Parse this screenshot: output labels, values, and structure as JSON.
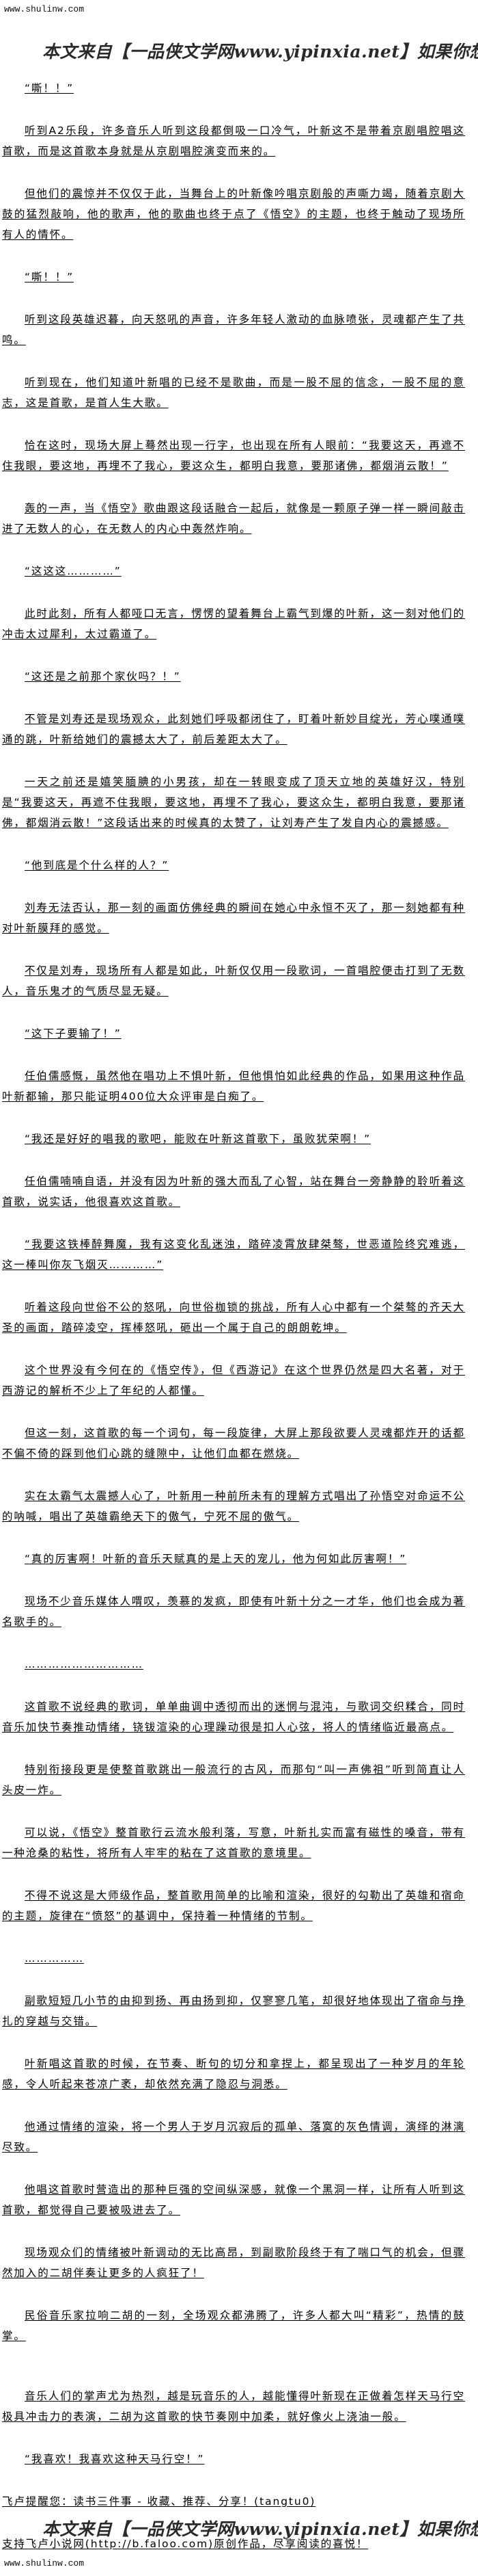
{
  "header": {
    "site": "www.shulinw.com",
    "banner": "本文来自【一品侠文学网www.yipinxia.net】如果你想看完整版小说，请"
  },
  "paragraphs": [
    "“嘶！！”",
    "听到A2乐段，许多音乐人听到这段都倒吸一口冷气，叶新这不是带着京剧唱腔唱这首歌，而是这首歌本身就是从京剧唱腔演变而来的。",
    "但他们的震惊并不仅仅于此，当舞台上的叶新像吟唱京剧般的声嘶力竭，随着京剧大鼓的猛烈敲响，他的歌声，他的歌曲也终于点了《悟空》的主题，也终于触动了现场所有人的情怀。",
    "“嘶！！”",
    "听到这段英雄迟暮，向天怒吼的声音，许多年轻人激动的血脉喷张，灵魂都产生了共鸣。",
    "听到现在，他们知道叶新唱的已经不是歌曲，而是一股不屈的信念，一股不屈的意志，这是首歌，是首人生大歌。",
    "恰在这时，现场大屏上蓦然出现一行字，也出现在所有人眼前：“我要这天，再遮不住我眼，要这地，再埋不了我心，要这众生，都明白我意，要那诸佛，都烟消云散！”",
    "轰的一声，当《悟空》歌曲跟这段话融合一起后，就像是一颗原子弹一样一瞬间敲击进了无数人的心，在无数人的内心中轰然炸响。",
    "“这这这…………”",
    "此时此刻，所有人都哑口无言，愣愣的望着舞台上霸气到爆的叶新，这一刻对他们的冲击太过犀利，太过霸道了。",
    "“这还是之前那个家伙吗？！”",
    "不管是刘寿还是现场观众，此刻她们呼吸都闭住了，盯着叶新妙目绽光，芳心噗通噗通的跳，叶新给她们的震撼太大了，前后差距太大了。",
    "一天之前还是嬉笑腼腆的小男孩，却在一转眼变成了顶天立地的英雄好汉，特别是“我要这天，再遮不住我眼，要这地，再埋不了我心，要这众生，都明白我意，要那诸佛，都烟消云散！”这段话出来的时候真的太赞了，让刘寿产生了发自内心的震撼感。",
    "“他到底是个什么样的人？”",
    "刘寿无法否认，那一刻的画面仿佛经典的瞬间在她心中永恒不灭了，那一刻她都有种对叶新膜拜的感觉。",
    "不仅是刘寿，现场所有人都是如此，叶新仅仅用一段歌词，一首唱腔便击打到了无数人，音乐鬼才的气质尽显无疑。",
    "“这下子要输了！”",
    "任伯儒感慨，虽然他在唱功上不惧叶新，但他惧怕如此经典的作品，如果用这种作品叶新都输，那只能证明400位大众评审是白痴了。",
    "“我还是好好的唱我的歌吧，能败在叶新这首歌下，虽败犹荣啊！”",
    "任伯儒喃喃自语，并没有因为叶新的强大而乱了心智，站在舞台一旁静静的聆听着这首歌，说实话，他很喜欢这首歌。",
    "“我要这铁棒醉舞魔，我有这变化乱迷浊，踏碎凌霄放肆桀骜，世恶道险终究难逃，这一棒叫你灰飞烟灭…………”",
    "听着这段向世俗不公的怒吼，向世俗枷锁的挑战，所有人心中都有一个桀骜的齐天大圣的画面，踏碎凌空，挥棒怒吼，砸出一个属于自己的朗朗乾坤。",
    "这个世界没有今何在的《悟空传》，但《西游记》在这个世界仍然是四大名著，对于西游记的解析不少上了年纪的人都懂。",
    "但这一刻，这首歌的每一个词句，每一段旋律，大屏上那段欲要人灵魂都炸开的话都不偏不倚的踩到他们心跳的缝隙中，让他们血都在燃烧。",
    "实在太霸气太震撼人心了，叶新用一种前所未有的理解方式唱出了孙悟空对命运不公的呐喊，唱出了英雄霸绝天下的傲气，宁死不屈的傲气。",
    "“真的厉害啊！叶新的音乐天赋真的是上天的宠儿，他为何如此厉害啊！”",
    "现场不少音乐媒体人喟叹，羡慕的发疯，即使有叶新十分之一才华，他们也会成为著名歌手的。",
    "…………………………",
    "这首歌不说经典的歌词，单单曲调中透彻而出的迷惘与混沌，与歌词交织糅合，同时音乐加快节奏推动情绪，铙钹渲染的心理躁动很是扣人心弦，将人的情绪临近最高点。",
    "特别衔接段更是使整首歌跳出一般流行的古风，而那句“叫一声佛祖”听到简直让人头皮一炸。",
    "可以说，《悟空》整首歌行云流水般利落，写意，叶新扎实而富有磁性的嗓音，带有一种沧桑的粘性，将所有人牢牢的粘在了这首歌的意境里。",
    "不得不说这是大师级作品，整首歌用简单的比喻和渲染，很好的勾勒出了英雄和宿命的主题，旋律在“愤怒”的基调中，保持着一种情绪的节制。",
    "……………",
    "副歌短短几小节的由抑到扬、再由扬到抑，仅寥寥几笔，却很好地体现出了宿命与挣扎的穿越与交错。",
    "叶新唱这首歌的时候，在节奏、断句的切分和拿捏上，都呈现出了一种岁月的年轮感，令人听起来苍凉广袤，却依然充满了隐忍与洞悉。",
    "他通过情绪的渲染，将一个男人于岁月沉寂后的孤单、落寞的灰色情调，演绎的淋漓尽致。",
    "他唱这首歌时营造出的那种巨强的空间纵深感，就像一个黑洞一样，让所有人听到这首歌，都觉得自己要被吸进去了。",
    "现场观众们的情绪被叶新调动的无比高昂，到副歌阶段终于有了喘口气的机会，但骤然加入的二胡伴奏让更多的人疯狂了！",
    "民俗音乐家拉响二胡的一刻，全场观众都沸腾了，许多人都大叫“精彩”，热情的鼓掌。",
    "音乐人们的掌声尤为热烈，越是玩音乐的人，越能懂得叶新现在正做着怎样天马行空极具冲击力的表演，二胡为这首歌的快节奏刚中加柔，就好像火上浇油一般。",
    "“我喜欢！我喜欢这种天马行空！”"
  ],
  "footer": {
    "reminder": "飞卢提醒您：读书三件事 - 收藏、推荐、分享！(tangtu0)",
    "support": "支持飞卢小说网(http://b.faloo.com)原创作品，尽享阅读的喜悦！",
    "banner": "本文来自【一品侠文学网www.yipinxia.net】如果你想看完整版小说，请",
    "site": "www.shulinw.com"
  }
}
